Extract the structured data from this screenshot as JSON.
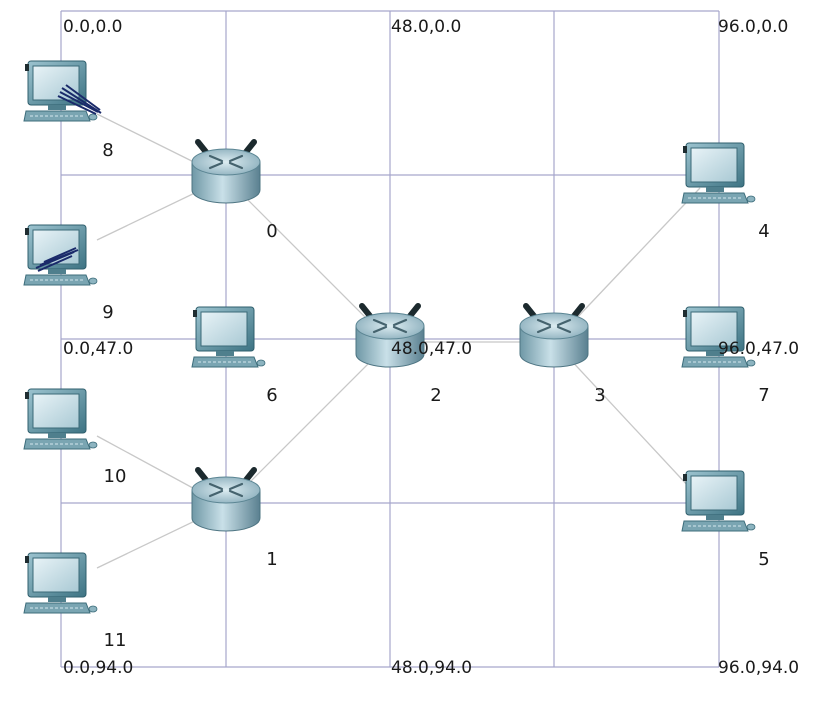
{
  "topology": {
    "grid_labels": [
      {
        "id": "tl",
        "text": "0.0,0.0"
      },
      {
        "id": "tc",
        "text": "48.0,0.0"
      },
      {
        "id": "tr",
        "text": "96.0,0.0"
      },
      {
        "id": "ml",
        "text": "0.0,47.0"
      },
      {
        "id": "mc",
        "text": "48.0,47.0"
      },
      {
        "id": "mr",
        "text": "96.0,47.0"
      },
      {
        "id": "bl",
        "text": "0.0,94.0"
      },
      {
        "id": "bc",
        "text": "48.0,94.0"
      },
      {
        "id": "br",
        "text": "96.0,94.0"
      }
    ],
    "nodes": [
      {
        "id": "0",
        "label": "0",
        "type": "router"
      },
      {
        "id": "1",
        "label": "1",
        "type": "router"
      },
      {
        "id": "2",
        "label": "2",
        "type": "router"
      },
      {
        "id": "3",
        "label": "3",
        "type": "router"
      },
      {
        "id": "4",
        "label": "4",
        "type": "pc"
      },
      {
        "id": "5",
        "label": "5",
        "type": "pc"
      },
      {
        "id": "6",
        "label": "6",
        "type": "pc"
      },
      {
        "id": "7",
        "label": "7",
        "type": "pc"
      },
      {
        "id": "8",
        "label": "8",
        "type": "pc"
      },
      {
        "id": "9",
        "label": "9",
        "type": "pc"
      },
      {
        "id": "10",
        "label": "10",
        "type": "pc"
      },
      {
        "id": "11",
        "label": "11",
        "type": "pc"
      }
    ],
    "links": [
      [
        "8",
        "0"
      ],
      [
        "9",
        "0"
      ],
      [
        "0",
        "2"
      ],
      [
        "10",
        "1"
      ],
      [
        "11",
        "1"
      ],
      [
        "1",
        "2"
      ],
      [
        "2",
        "3"
      ],
      [
        "3",
        "4"
      ],
      [
        "3",
        "5"
      ]
    ]
  }
}
